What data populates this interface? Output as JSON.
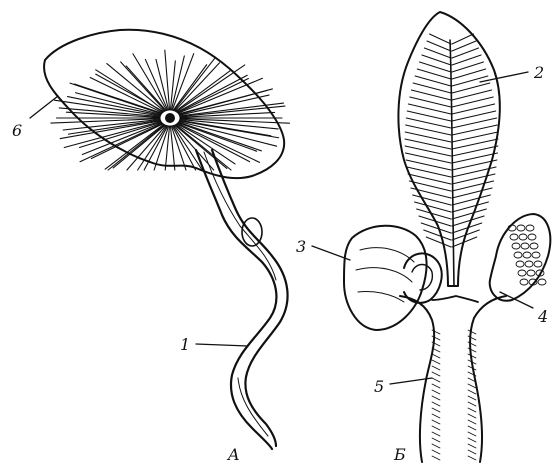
{
  "labels": {
    "callout_1": "1",
    "callout_2": "2",
    "callout_3": "3",
    "callout_4": "4",
    "callout_5": "5",
    "callout_6": "6",
    "panel_a": "A",
    "panel_b": "Б"
  },
  "colors": {
    "ink": "#111111",
    "paper": "#ffffff"
  }
}
